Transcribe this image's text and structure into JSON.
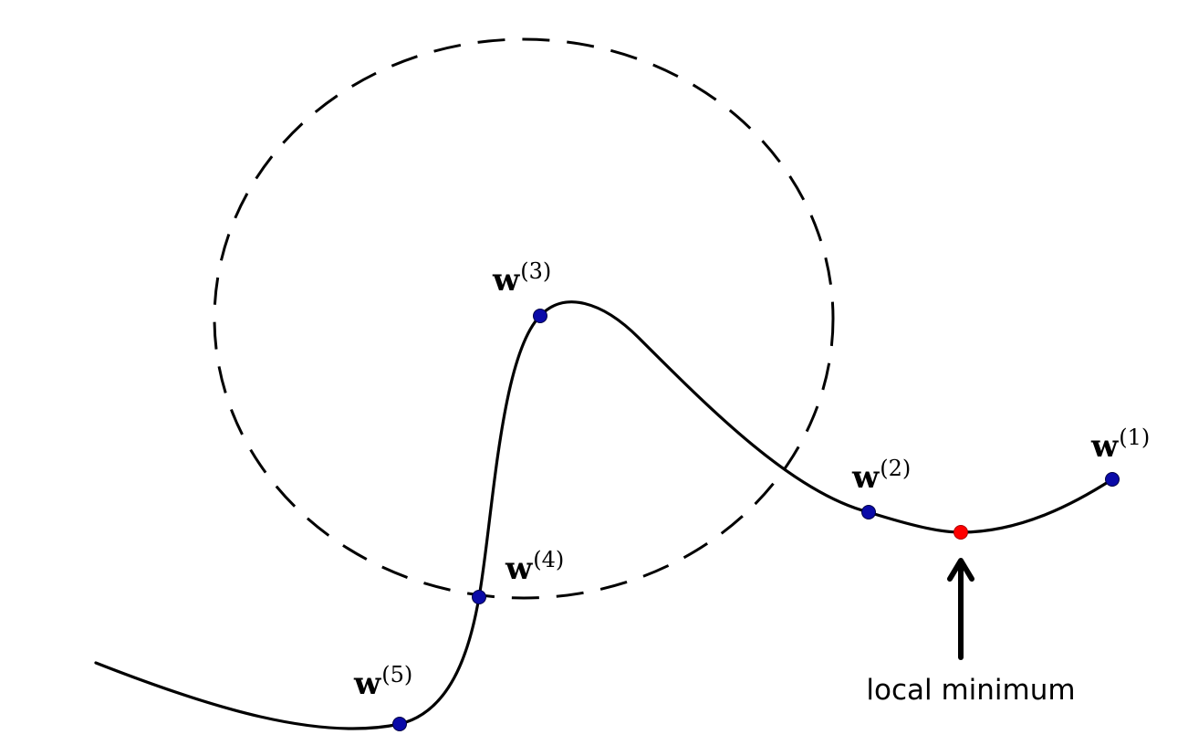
{
  "diagram": {
    "colors": {
      "curve": "#000000",
      "circle": "#000000",
      "iterate_point": "#0a0aa8",
      "minimum_point": "#ff0000",
      "arrow": "#000000"
    },
    "iterates": [
      {
        "symbol": "w",
        "superscript": "(1)"
      },
      {
        "symbol": "w",
        "superscript": "(2)"
      },
      {
        "symbol": "w",
        "superscript": "(3)"
      },
      {
        "symbol": "w",
        "superscript": "(4)"
      },
      {
        "symbol": "w",
        "superscript": "(5)"
      }
    ],
    "minimum_label": "local minimum"
  }
}
